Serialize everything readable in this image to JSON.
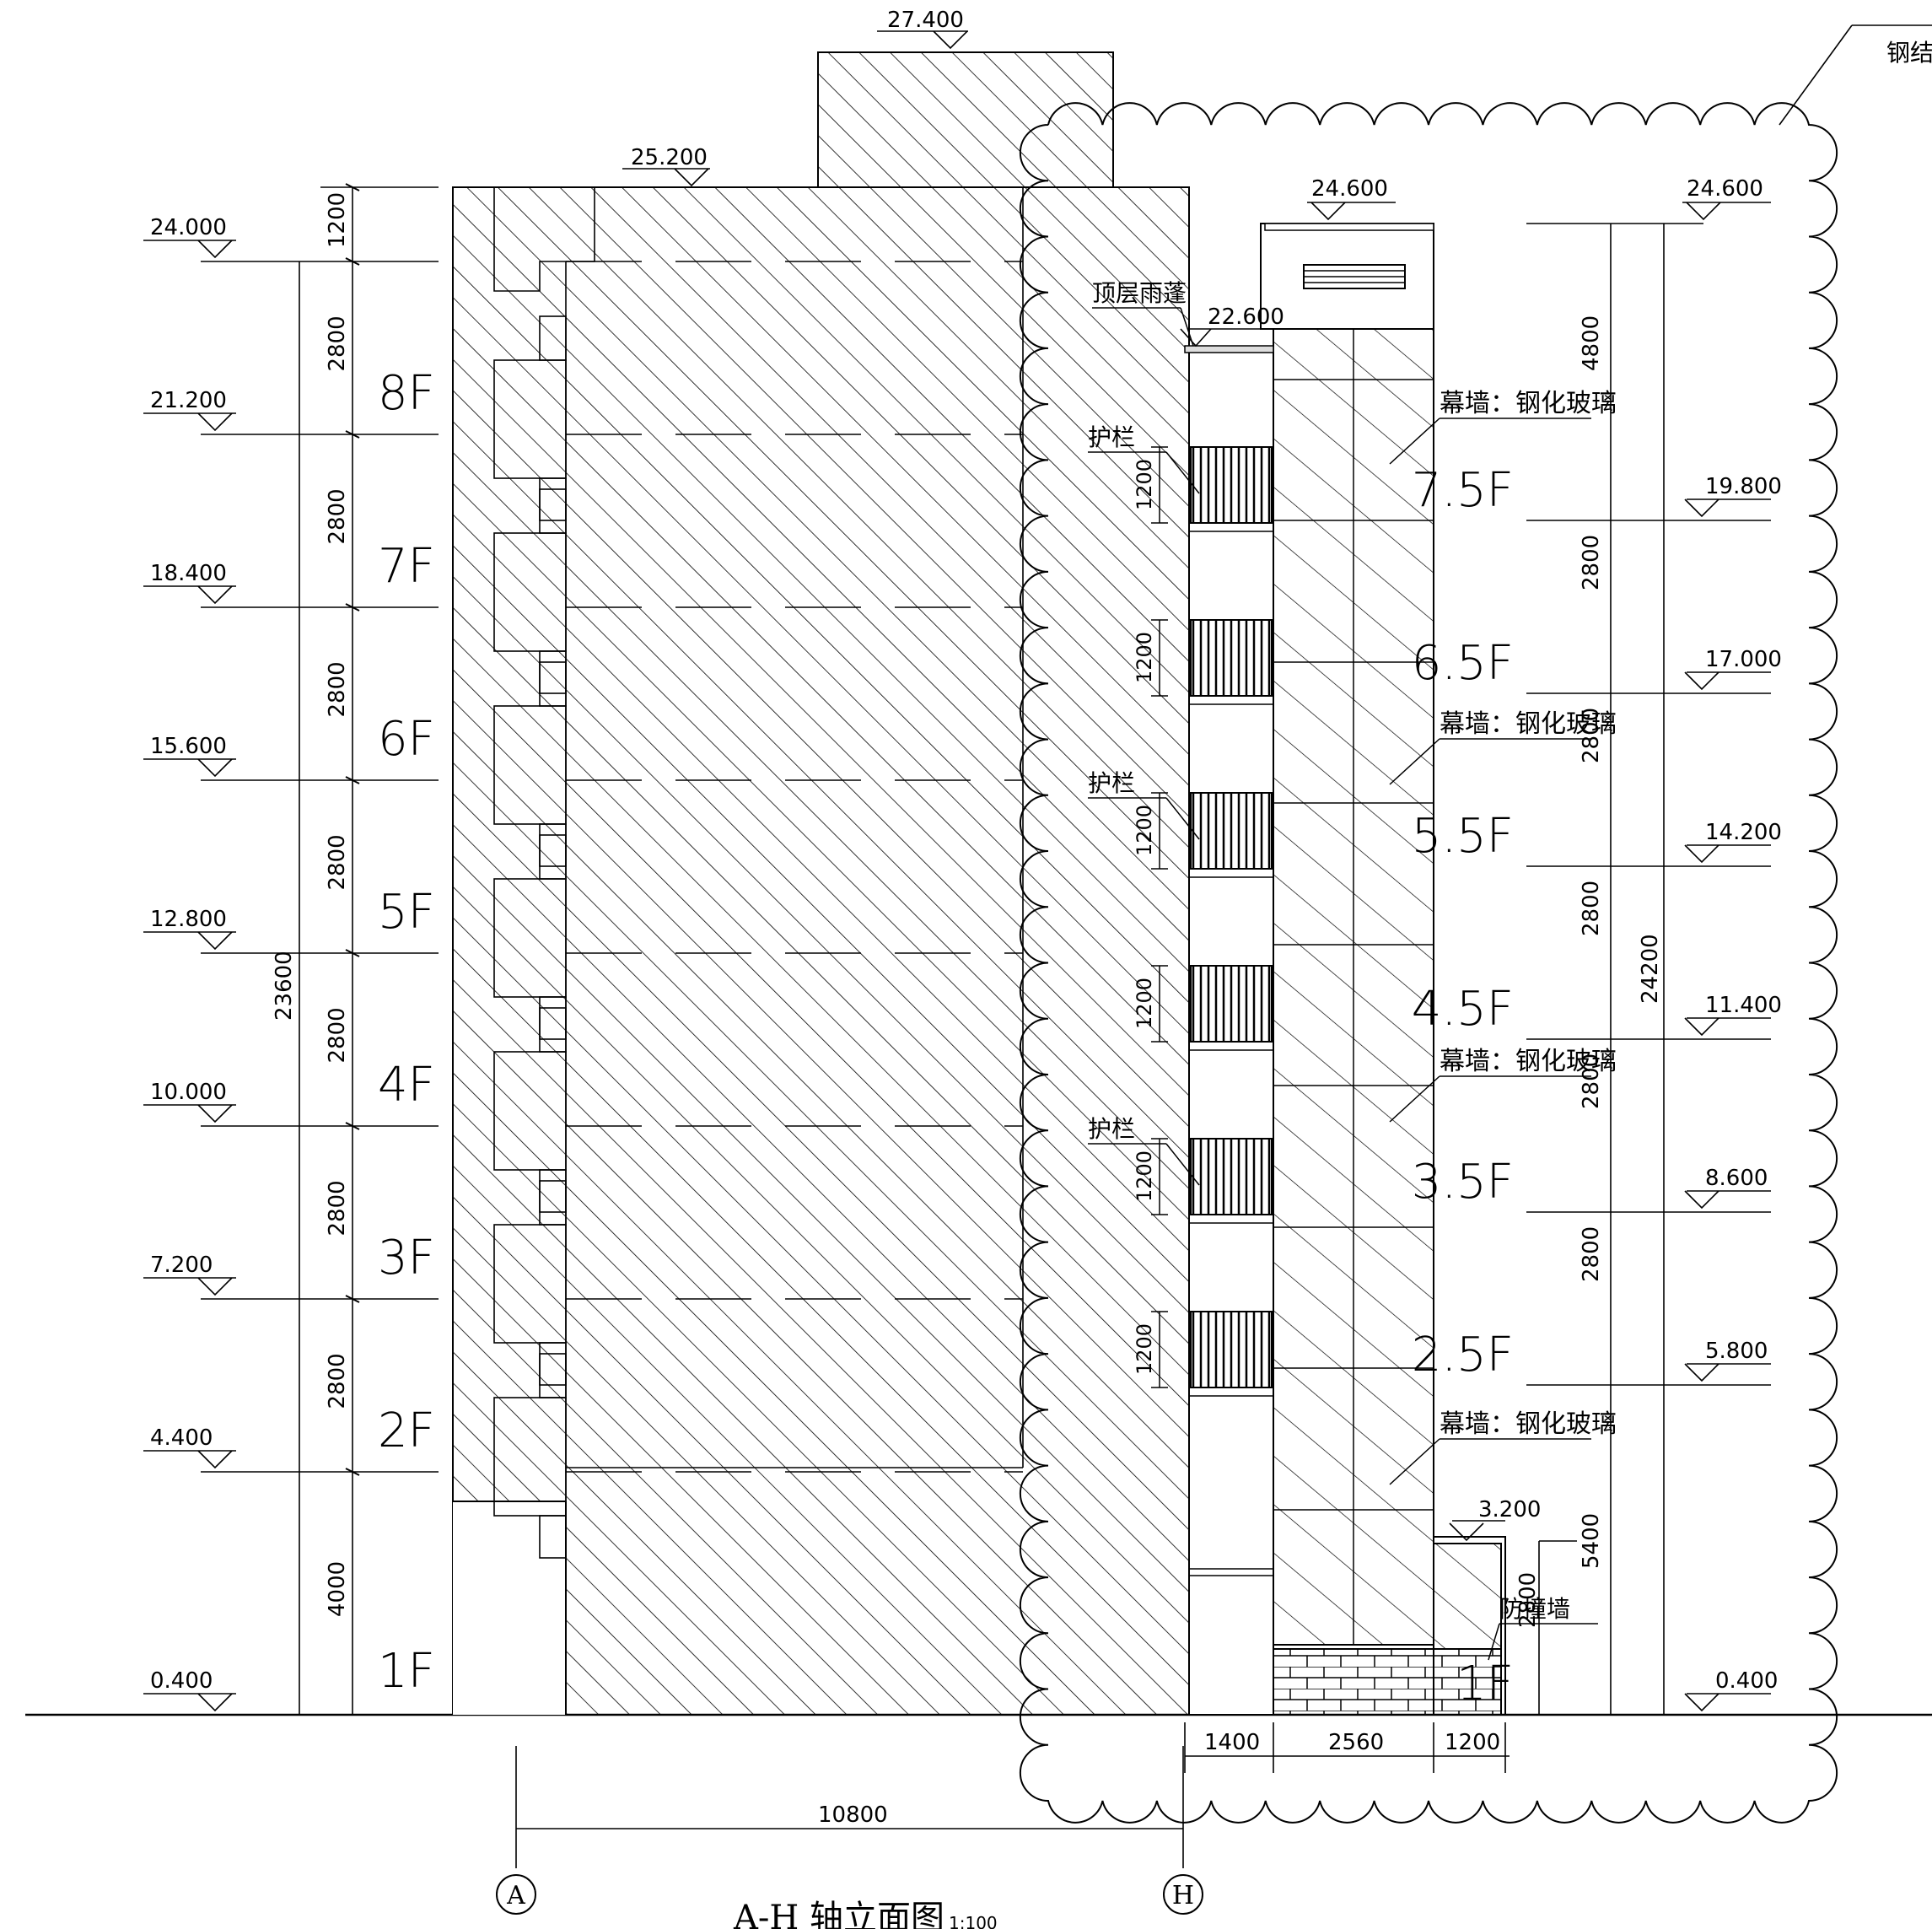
{
  "drawing": {
    "title": "A-H 轴立面图",
    "scale": "1:100"
  },
  "left_elevations": [
    "27.400",
    "25.200",
    "24.000",
    "21.200",
    "18.400",
    "15.600",
    "12.800",
    "10.000",
    "7.200",
    "4.400",
    "0.400"
  ],
  "left_dims": {
    "segments": [
      "1200",
      "2800",
      "2800",
      "2800",
      "2800",
      "2800",
      "2800",
      "2800",
      "4000"
    ],
    "total": "23600"
  },
  "left_floors": [
    "8F",
    "7F",
    "6F",
    "5F",
    "4F",
    "3F",
    "2F",
    "1F"
  ],
  "right_elevations": [
    "24.600",
    "24.600",
    "22.600",
    "19.800",
    "17.000",
    "14.200",
    "11.400",
    "8.600",
    "5.800",
    "3.200",
    "0.400"
  ],
  "right_floors": [
    "7.5F",
    "6.5F",
    "5.5F",
    "4.5F",
    "3.5F",
    "2.5F",
    "1F"
  ],
  "right_dims": {
    "segments": [
      "4800",
      "2800",
      "2800",
      "2800",
      "2800",
      "2800",
      "5400",
      "2800"
    ],
    "total": "24200"
  },
  "railing_dim": "1200",
  "annotations": {
    "top_canopy": "顶层雨蓬",
    "railing": "护栏",
    "curtain_wall": "幕墙：钢化玻璃",
    "anti_collision": "防撞墙",
    "steel_structure": "钢结"
  },
  "bottom_dims": [
    "1400",
    "2560",
    "1200",
    "10800"
  ],
  "axes": [
    "A",
    "H"
  ]
}
